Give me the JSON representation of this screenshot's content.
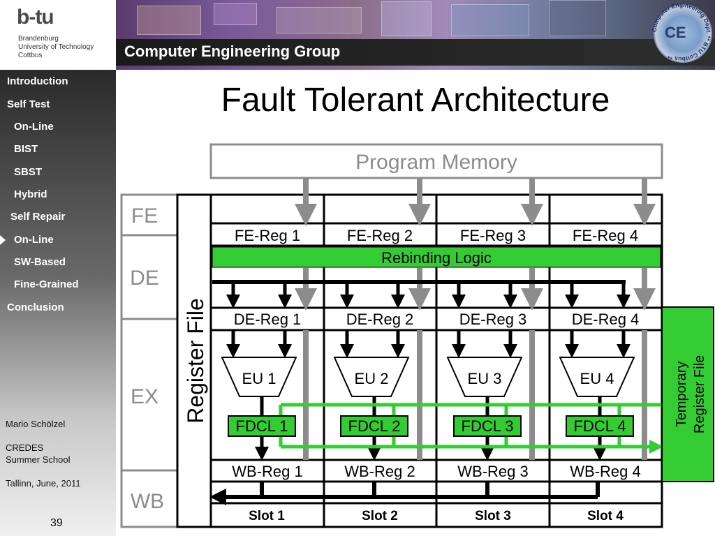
{
  "header": {
    "logo_text": "b-tu",
    "university": [
      "Brandenburg",
      "University of Technology",
      "Cottbus"
    ],
    "group_title": "Computer Engineering Group",
    "seal_text": "CE",
    "seal_ring_text": "Computer Engineering Dept. ** BTU Cottbus **"
  },
  "sidebar": {
    "items": [
      {
        "label": "Introduction"
      },
      {
        "label": "Self Test"
      },
      {
        "label": "On-Line"
      },
      {
        "label": "BIST"
      },
      {
        "label": "SBST"
      },
      {
        "label": "Hybrid"
      },
      {
        "label": "Self Repair"
      },
      {
        "label": "On-Line"
      },
      {
        "label": "SW-Based"
      },
      {
        "label": "Fine-Grained"
      },
      {
        "label": "Conclusion"
      }
    ],
    "active_index": 7,
    "author": "Mario Schölzel",
    "event": [
      "CREDES",
      "Summer School"
    ],
    "place_date": "Tallinn, June, 2011",
    "page_number": "39"
  },
  "slide": {
    "title": "Fault Tolerant Architecture"
  },
  "diagram": {
    "program_memory": "Program Memory",
    "stages": [
      "FE",
      "DE",
      "EX",
      "WB"
    ],
    "register_file": "Register File",
    "temp_register_file": [
      "Temporary",
      "Register File"
    ],
    "rebinding_logic": "Rebinding Logic",
    "fe_regs": [
      "FE-Reg 1",
      "FE-Reg 2",
      "FE-Reg 3",
      "FE-Reg 4"
    ],
    "de_regs": [
      "DE-Reg 1",
      "DE-Reg 2",
      "DE-Reg 3",
      "DE-Reg 4"
    ],
    "eus": [
      "EU 1",
      "EU 2",
      "EU 3",
      "EU 4"
    ],
    "fdcls": [
      "FDCL 1",
      "FDCL 2",
      "FDCL 3",
      "FDCL 4"
    ],
    "wb_regs": [
      "WB-Reg 1",
      "WB-Reg 2",
      "WB-Reg 3",
      "WB-Reg 4"
    ],
    "slots": [
      "Slot 1",
      "Slot 2",
      "Slot 3",
      "Slot 4"
    ],
    "colors": {
      "green": "#33cc33",
      "gray_arrow": "#8c8c8c",
      "black": "#000000"
    }
  }
}
